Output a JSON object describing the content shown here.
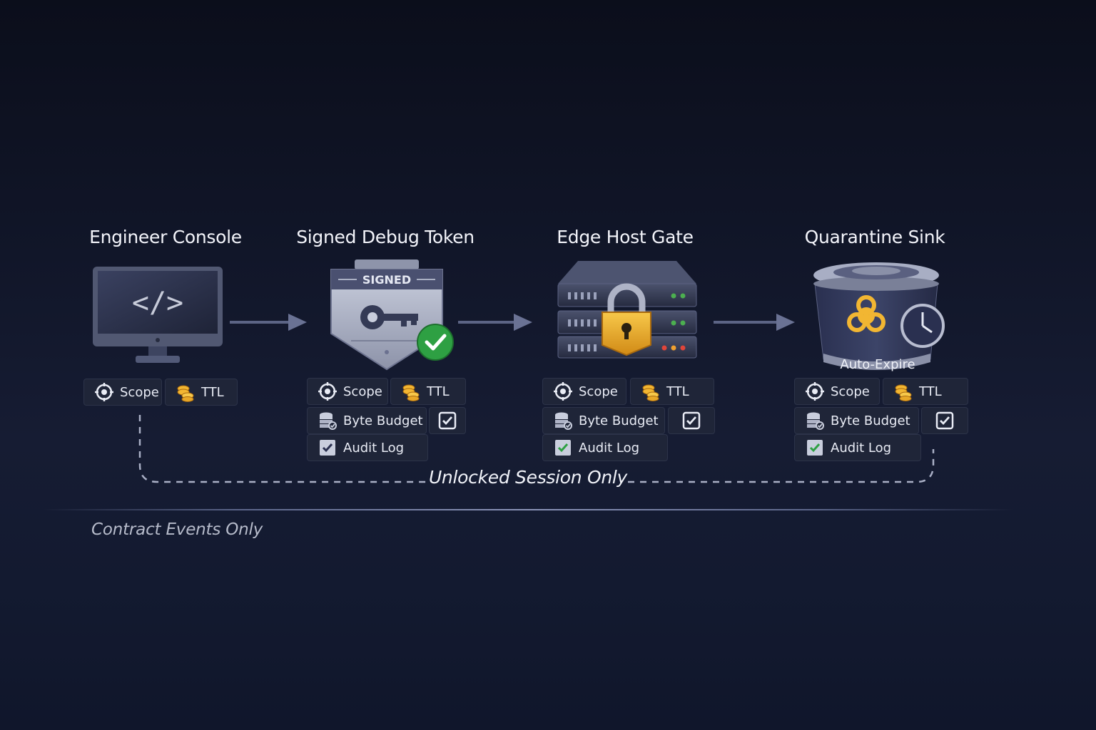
{
  "stages": [
    {
      "title": "Engineer Console",
      "icon": "monitor-code-icon"
    },
    {
      "title": "Signed Debug Token",
      "icon": "signed-key-badge-icon",
      "badge_text": "SIGNED"
    },
    {
      "title": "Edge Host Gate",
      "icon": "server-lock-icon"
    },
    {
      "title": "Quarantine Sink",
      "icon": "biohazard-bin-clock-icon",
      "badge_text": "Auto-Expire"
    }
  ],
  "chips": {
    "scope": "Scope",
    "ttl": "TTL",
    "byte_budget": "Byte Budget",
    "audit_log": "Audit Log"
  },
  "loop_label": "Unlocked Session Only",
  "footer_label": "Contract Events Only",
  "colors": {
    "background": "#111629",
    "chip_bg": "#1f2538",
    "accent_gold": "#f2b632",
    "check_green": "#2ea043",
    "arrow": "#5c6485"
  }
}
